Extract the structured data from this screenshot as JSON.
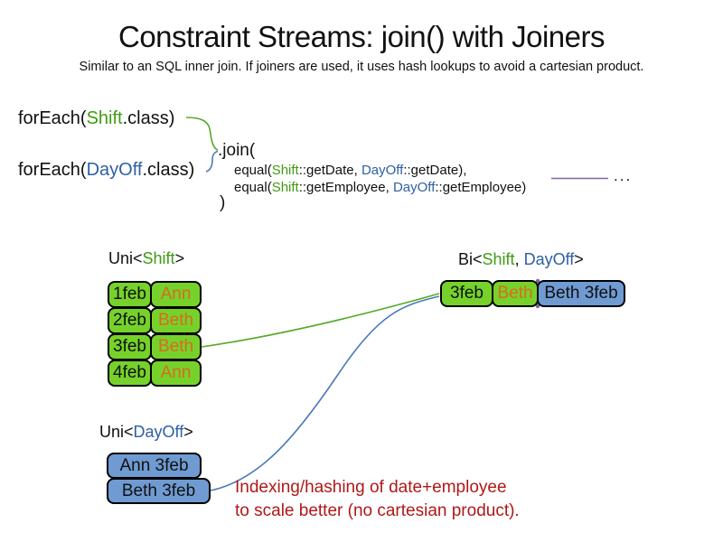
{
  "title": "Constraint Streams: join() with Joiners",
  "subtitle": "Similar to an SQL inner join. If joiners are used, it uses hash lookups to avoid a cartesian product.",
  "colors": {
    "green_text": "#3f9b13",
    "blue_text": "#2e5fa3",
    "cell_green": "#76d22b",
    "cell_blue": "#6f9bd2",
    "orange_text": "#d96b20",
    "red_text": "#b01818",
    "purple_line": "#8064a2",
    "curve_green": "#55a82a",
    "curve_blue": "#4a7ab5"
  },
  "code": {
    "foreach_shift": {
      "pre": "forEach(",
      "cls": "Shift",
      "post": ".class)"
    },
    "foreach_dayoff": {
      "pre": "forEach(",
      "cls": "DayOff",
      "post": ".class)"
    },
    "join_open": ".join(",
    "equal_date": {
      "pre": "equal(",
      "a": "Shift",
      "mid": "::getDate, ",
      "b": "DayOff",
      "post": "::getDate),"
    },
    "equal_employee": {
      "pre": "equal(",
      "a": "Shift",
      "mid": "::getEmployee, ",
      "b": "DayOff",
      "post": "::getEmployee)"
    },
    "join_close": ")",
    "ellipsis": "..."
  },
  "uni_shift": {
    "label": {
      "pre": "Uni<",
      "type": "Shift",
      "post": ">"
    },
    "rows": [
      {
        "date": "1feb",
        "employee": "Ann"
      },
      {
        "date": "2feb",
        "employee": "Beth"
      },
      {
        "date": "3feb",
        "employee": "Beth"
      },
      {
        "date": "4feb",
        "employee": "Ann"
      }
    ]
  },
  "uni_dayoff": {
    "label": {
      "pre": "Uni<",
      "type": "DayOff",
      "post": ">"
    },
    "rows": [
      {
        "text": "Ann 3feb"
      },
      {
        "text": "Beth 3feb"
      }
    ]
  },
  "bi": {
    "label": {
      "pre": "Bi<",
      "type_a": "Shift",
      "sep": ", ",
      "type_b": "DayOff",
      "post": ">"
    },
    "row": {
      "date": "3feb",
      "employee": "Beth",
      "dayoff": "Beth 3feb"
    }
  },
  "note": {
    "line1": "Indexing/hashing of date+employee",
    "line2": "to scale better (no cartesian product)."
  }
}
